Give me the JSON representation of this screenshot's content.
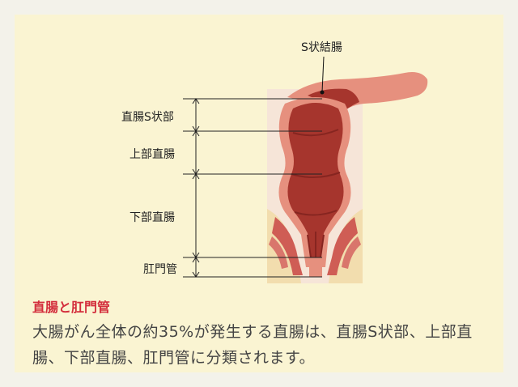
{
  "labels": {
    "sigmoid_colon": "S状結腸",
    "rectosigmoid": "直腸S状部",
    "upper_rectum": "上部直腸",
    "lower_rectum": "下部直腸",
    "anal_canal": "肛門管"
  },
  "caption": {
    "title": "直腸と肛門管",
    "body": "大腸がん全体の約35%が発生する直腸は、直腸S状部、上部直腸、下部直腸、肛門管に分類されます。"
  },
  "colors": {
    "background": "#faf4d2",
    "tissue_dark": "#a6352d",
    "tissue_light": "#e6907e",
    "fat": "#f2ddae",
    "muscle": "#cf5d55",
    "caption_title": "#d32d3c"
  }
}
